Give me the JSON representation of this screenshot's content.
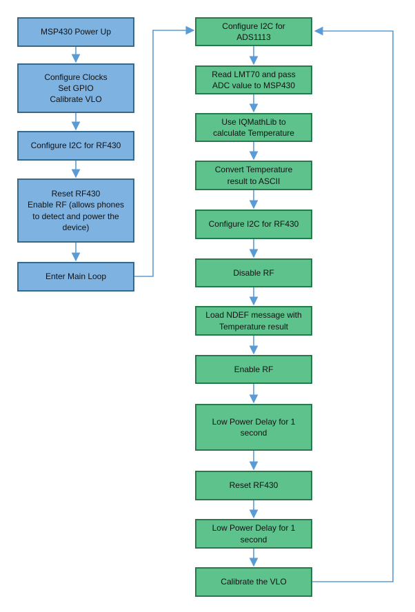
{
  "flowchart": {
    "left_column": {
      "steps": [
        {
          "label": "MSP430 Power Up"
        },
        {
          "label": "Configure Clocks\nSet GPIO\nCalibrate VLO"
        },
        {
          "label": "Configure I2C for RF430"
        },
        {
          "label": "Reset RF430\nEnable RF (allows phones\nto detect and power the\ndevice)"
        },
        {
          "label": "Enter Main Loop"
        }
      ]
    },
    "right_column": {
      "steps": [
        {
          "label": "Configure I2C for\nADS1113"
        },
        {
          "label": "Read LMT70 and pass\nADC value to MSP430"
        },
        {
          "label": "Use IQMathLib to\ncalculate Temperature"
        },
        {
          "label": "Convert Temperature\nresult to ASCII"
        },
        {
          "label": "Configure I2C for RF430"
        },
        {
          "label": "Disable RF"
        },
        {
          "label": "Load NDEF message with\nTemperature result"
        },
        {
          "label": "Enable RF"
        },
        {
          "label": "Low Power Delay for 1\nsecond"
        },
        {
          "label": "Reset RF430"
        },
        {
          "label": "Low Power Delay for 1\nsecond"
        },
        {
          "label": "Calibrate the VLO"
        }
      ]
    }
  },
  "colors": {
    "blue_box_fill": "#7EB2E0",
    "blue_box_border": "#34688C",
    "green_box_fill": "#5EC28D",
    "green_box_border": "#26794A",
    "connector": "#5B9BD5",
    "text": "#111111",
    "background": "#FFFFFF"
  }
}
